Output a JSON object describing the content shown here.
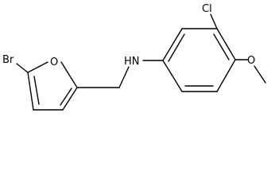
{
  "molecule": {
    "atoms": {
      "br": "Br",
      "o_furan": "O",
      "nh": "HN",
      "cl": "Cl",
      "o_methoxy": "O"
    }
  },
  "colors": {
    "bond": "#000000",
    "label": "#000000",
    "background": "#ffffff"
  }
}
